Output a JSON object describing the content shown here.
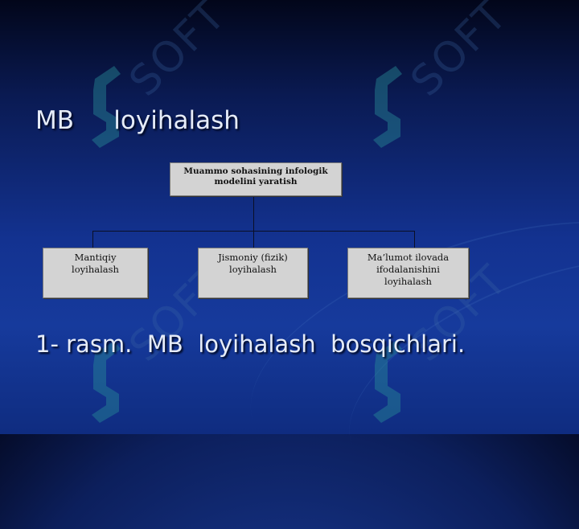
{
  "title": "MB     loyihalash",
  "diagram": {
    "root": "Muammo sohasining infologik\nmodelini yaratish",
    "children": [
      "Mantiqiy\nloyihalash",
      "Jismoniy (fizik)\nloyihalash",
      "Ma’lumot ilovada\nifodalanishini\nloyihalash"
    ]
  },
  "caption": "1- rasm.  MB  loyihalash  bosqichlari.",
  "watermark": {
    "text": "SOFT",
    "icon": "soft-logo-icon"
  },
  "colors": {
    "background_top": "#02061a",
    "background_mid": "#133290",
    "box_fill": "#d3d3d3",
    "text": "#e6ecf8"
  }
}
